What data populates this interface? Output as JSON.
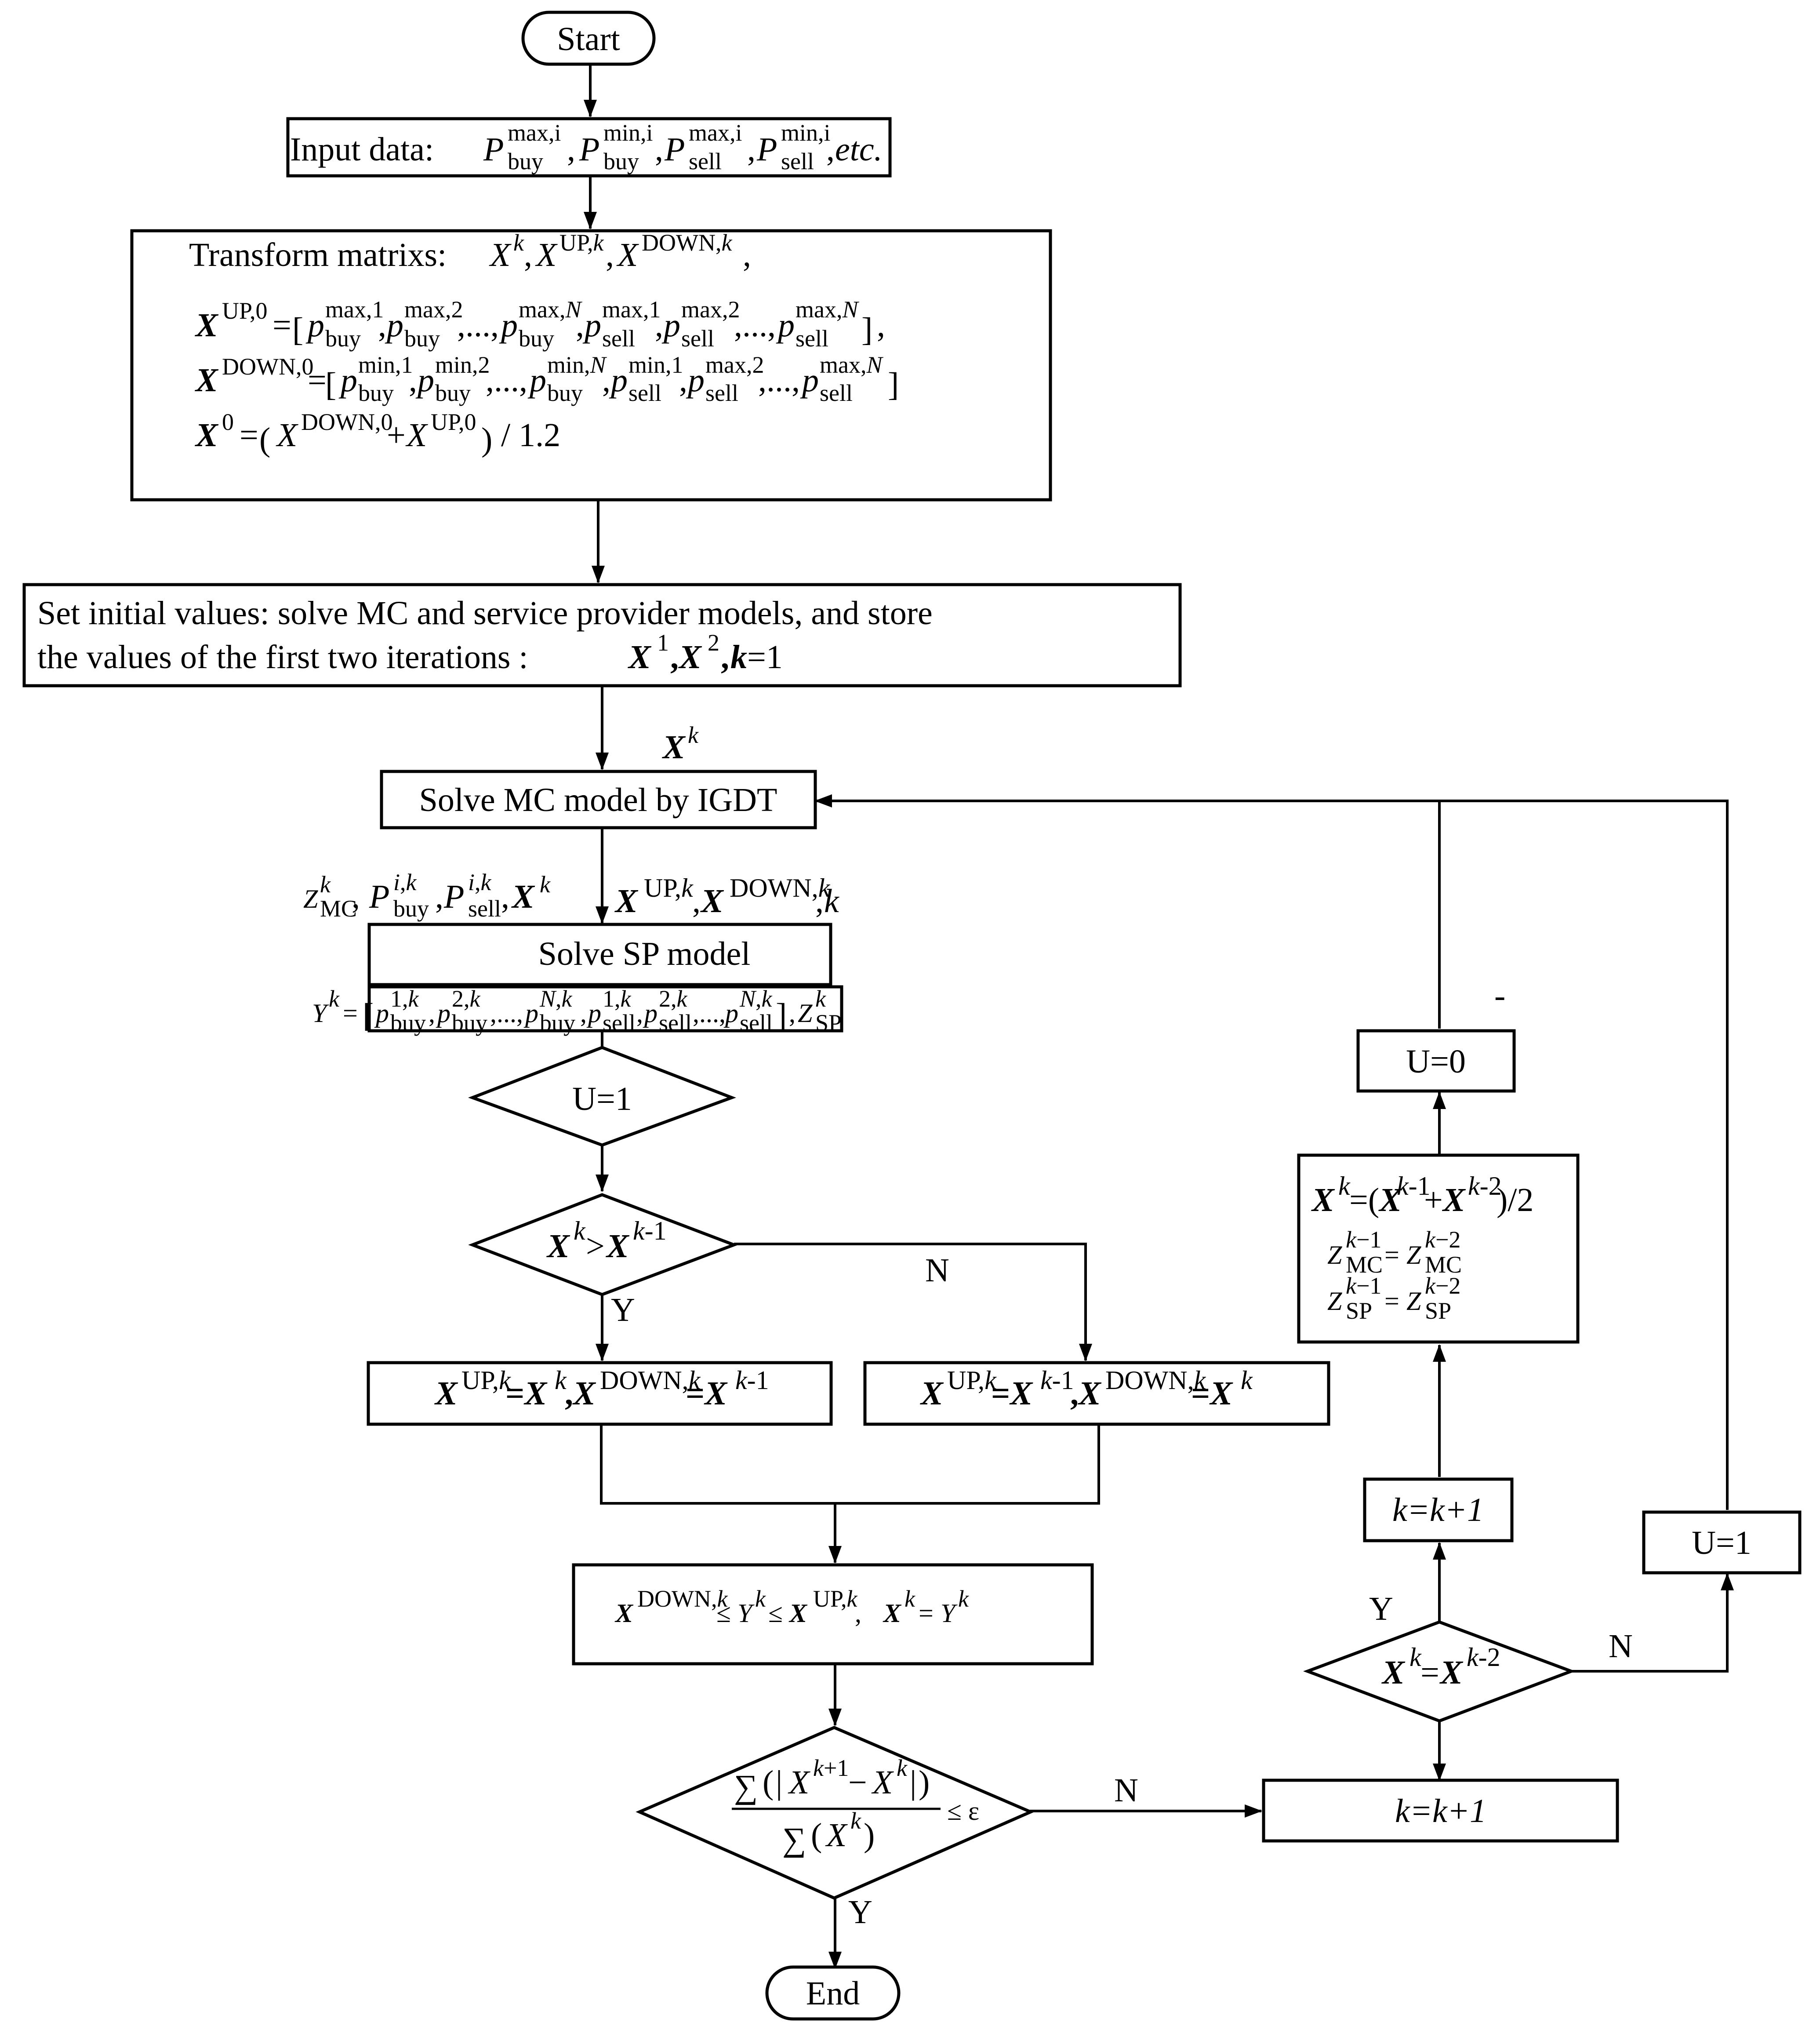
{
  "nodes": {
    "start": "Start",
    "input": {
      "prefix": "Input data:",
      "items": [
        "P",
        "buy",
        "max,i",
        "P",
        "buy",
        "min,i",
        "P",
        "sell",
        "max,i",
        "P",
        "sell",
        "min,i"
      ],
      "suffix": "etc."
    },
    "transform": {
      "title": "Transform matrixs:",
      "title_vars": "X",
      "line1_lhs": "X",
      "line1_sup": "UP,0",
      "line1_rhs": "= [p",
      "line2_lhs": "X",
      "line2_sup": "DOWN,0",
      "line3": "X",
      "line3_rhs": "= ( X",
      "line3_tail": ") / 1.2"
    },
    "init": {
      "line1": "Set initial values: solve MC and service provider models, and store",
      "line2": "the values of the first two iterations :"
    },
    "solve_mc": "Solve MC model by IGDT",
    "solve_sp": "Solve SP model",
    "u_eq_1_decision": "U=1",
    "xk_gt_decision": "X",
    "branch_yes_box": "X",
    "branch_no_box": "X",
    "bounds_box": "X",
    "converge_rhs": "≤ ε",
    "end": "End",
    "k_inc_bottom": "k=k+1",
    "xk_eq_decision": "X",
    "k_inc_right": "k=k+1",
    "avg_box": {
      "line1": "X",
      "line2": "Z",
      "line3": "Z"
    },
    "u_eq_0_box": "U=0",
    "u_eq_1_box": "U=1"
  },
  "edge_labels": {
    "xk_in": "X",
    "n_xk_gt": "N",
    "y_xk_gt": "Y",
    "n_converge": "N",
    "y_converge": "Y",
    "y_xk_eq": "Y",
    "n_xk_eq": "N",
    "dash": "-"
  }
}
